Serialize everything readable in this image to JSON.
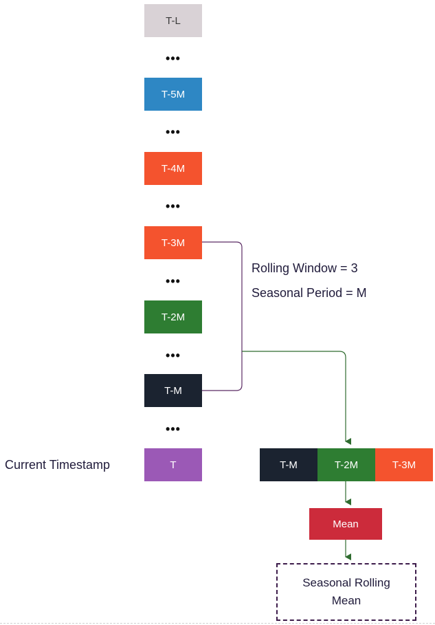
{
  "timeline": {
    "boxes": [
      {
        "label": "T-L",
        "color": "#d9d2d6",
        "text_color": "#3a3a3a"
      },
      {
        "label": "T-5M",
        "color": "#2e87c4",
        "text_color": "#ffffff"
      },
      {
        "label": "T-4M",
        "color": "#f4532e",
        "text_color": "#ffffff"
      },
      {
        "label": "T-3M",
        "color": "#f4532e",
        "text_color": "#ffffff"
      },
      {
        "label": "T-2M",
        "color": "#2e7d32",
        "text_color": "#ffffff"
      },
      {
        "label": "T-M",
        "color": "#1b2330",
        "text_color": "#ffffff"
      },
      {
        "label": "T",
        "color": "#9b59b6",
        "text_color": "#ffffff"
      }
    ],
    "ellipsis": "•••"
  },
  "current_timestamp_label": "Current Timestamp",
  "annotations": {
    "rolling_window": "Rolling Window = 3",
    "seasonal_period": "Seasonal Period = M"
  },
  "window_row": [
    {
      "label": "T-M",
      "color": "#1b2330"
    },
    {
      "label": "T-2M",
      "color": "#2e7d32"
    },
    {
      "label": "T-3M",
      "color": "#f4532e"
    }
  ],
  "mean": {
    "label": "Mean",
    "color": "#cc2b3b"
  },
  "result": {
    "label": "Seasonal Rolling\nMean"
  },
  "colors": {
    "bracket": "#5a2a63",
    "arrow": "#2e6b2e"
  }
}
